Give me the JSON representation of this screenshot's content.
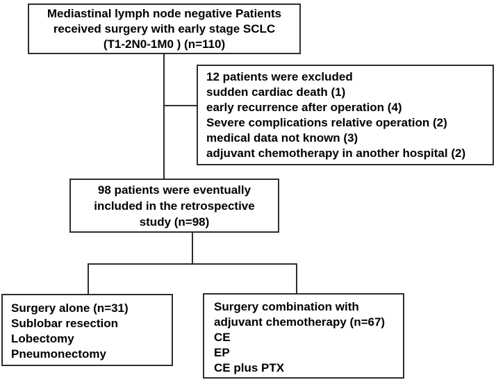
{
  "figure": {
    "type": "patient-flow-diagram",
    "colors": {
      "background": "#ffffff",
      "box_border": "#2d2d2d",
      "connector": "#2d2d2d",
      "text": "#000000"
    },
    "boxes": {
      "enrollment": {
        "lines": [
          "Mediastinal lymph node negative Patients",
          "received surgery with early stage SCLC",
          "(T1-2N0-1M0 ) (n=110)"
        ]
      },
      "excluded": {
        "lines": [
          "12 patients were excluded",
          "sudden cardiac death (1)",
          "early recurrence after operation (4)",
          "Severe complications relative operation (2)",
          "medical data not known (3)",
          "adjuvant chemotherapy in another hospital (2)"
        ]
      },
      "included": {
        "lines": [
          "98 patients were eventually",
          "included in the retrospective",
          "study (n=98)"
        ]
      },
      "surgery_alone": {
        "lines": [
          "Surgery alone (n=31)",
          "Sublobar resection",
          "Lobectomy",
          "Pneumonectomy"
        ]
      },
      "surgery_chemo": {
        "lines": [
          "Surgery combination with",
          "adjuvant chemotherapy (n=67)",
          "CE",
          "EP",
          "CE plus PTX"
        ]
      }
    }
  }
}
